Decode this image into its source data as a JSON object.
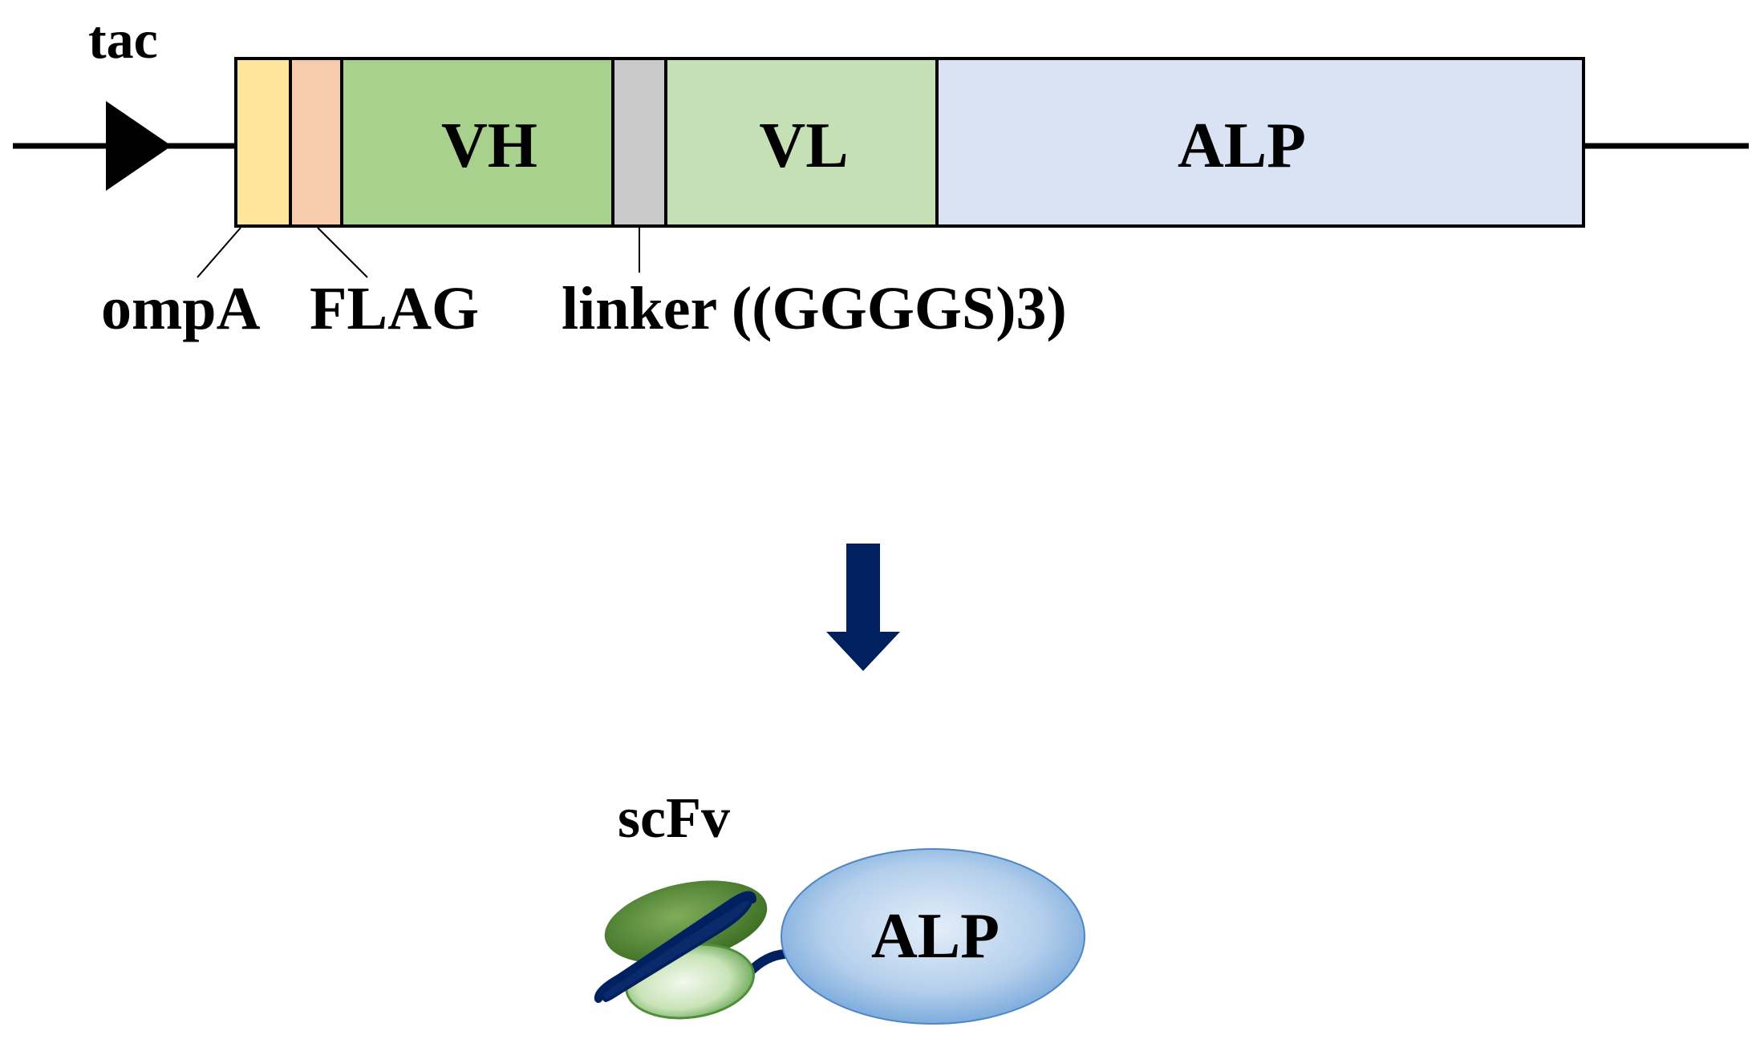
{
  "construct": {
    "promoter_label": "tac",
    "segments": {
      "ompA": {
        "color": "#FFE599"
      },
      "FLAG": {
        "color": "#F8CBAD"
      },
      "VH": {
        "label": "VH",
        "color": "#A9D18E"
      },
      "linker": {
        "color": "#C9C9C9"
      },
      "VL": {
        "label": "VL",
        "color": "#C5E0B4"
      },
      "ALP": {
        "label": "ALP",
        "color": "#DAE3F3"
      }
    },
    "callouts": {
      "ompA": "ompA",
      "FLAG": "FLAG",
      "linker": "linker ((GGGGS)3)"
    }
  },
  "arrow": {
    "color": "#002060"
  },
  "protein": {
    "scfv_label": "scFv",
    "alp_label": "ALP",
    "colors": {
      "vh_dark": "#3F6F25",
      "vl_light": "#E2F0D9",
      "vl_edge": "#2E7D32",
      "linker": "#002060",
      "alp_center": "#DCE9F7",
      "alp_edge": "#5B9BD5"
    }
  }
}
